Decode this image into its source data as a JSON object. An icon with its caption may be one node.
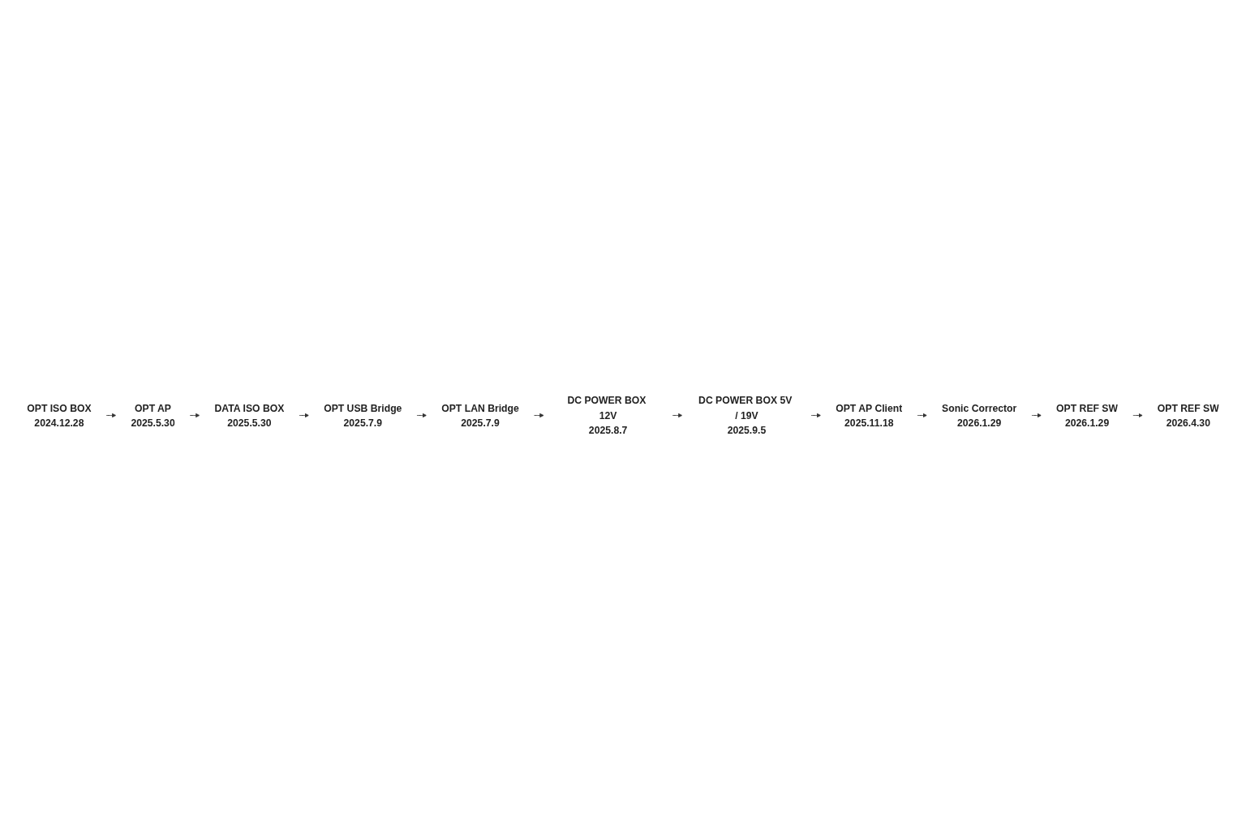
{
  "diagram": {
    "nodes": [
      {
        "text": [
          "OPT ISO BOX",
          "2024.12.28"
        ]
      },
      {
        "text": [
          "OPT AP",
          "2025.5.30"
        ]
      },
      {
        "text": [
          "DATA ISO BOX",
          "2025.5.30"
        ]
      },
      {
        "text": [
          "OPT USB Bridge",
          "2025.7.9"
        ]
      },
      {
        "text": [
          "OPT LAN Bridge",
          "2025.7.9"
        ]
      },
      {
        "text": [
          "DC POWER BOX 12V",
          "2025.8.7"
        ]
      },
      {
        "text": [
          "DC POWER BOX 5V / 19V",
          "2025.9.5"
        ]
      },
      {
        "text": [
          "OPT AP Client",
          "2025.11.18"
        ]
      },
      {
        "text": [
          "Sonic Corrector",
          "2026.1.29"
        ]
      },
      {
        "text": [
          "OPT REF SW",
          "2026.1.29"
        ]
      },
      {
        "text": [
          "OPT REF SW",
          "2026.4.30"
        ]
      }
    ],
    "edges": [
      {
        "from": 0,
        "to": 1,
        "arrow": "to"
      },
      {
        "from": 1,
        "to": 2,
        "arrow": "to"
      },
      {
        "from": 2,
        "to": 3,
        "arrow": "to"
      },
      {
        "from": 3,
        "to": 4,
        "arrow": "to"
      },
      {
        "from": 4,
        "to": 5,
        "arrow": "to"
      },
      {
        "from": 5,
        "to": 6,
        "arrow": "to"
      },
      {
        "from": 6,
        "to": 7,
        "arrow": "to"
      },
      {
        "from": 7,
        "to": 8,
        "arrow": "to"
      },
      {
        "from": 8,
        "to": 9,
        "arrow": "to"
      },
      {
        "from": 9,
        "to": 10,
        "arrow": "to"
      }
    ]
  }
}
